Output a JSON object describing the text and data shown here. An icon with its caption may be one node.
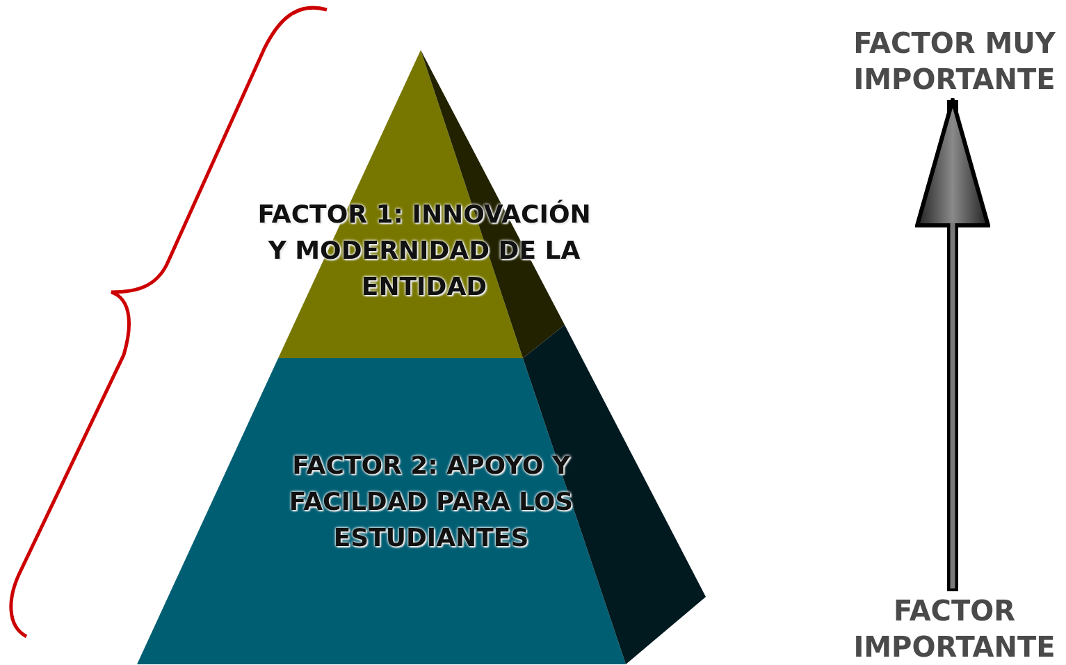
{
  "diagram": {
    "nodes": [
      {
        "text": [
          "FACTOR 1: INNOVACIÓN Y MODERNIDAD DE LA ENTIDAD"
        ]
      },
      {
        "text": [
          "FACTOR 2: APOYO Y FACILDAD PARA LOS ESTUDIANTES"
        ]
      },
      {
        "text": [
          "FACTOR MUY IMPORTANTE"
        ]
      },
      {
        "text": [
          "FACTOR IMPORTANTE"
        ]
      }
    ],
    "edges": [
      {
        "from": 3,
        "to": 2,
        "arrow": "to"
      }
    ]
  }
}
